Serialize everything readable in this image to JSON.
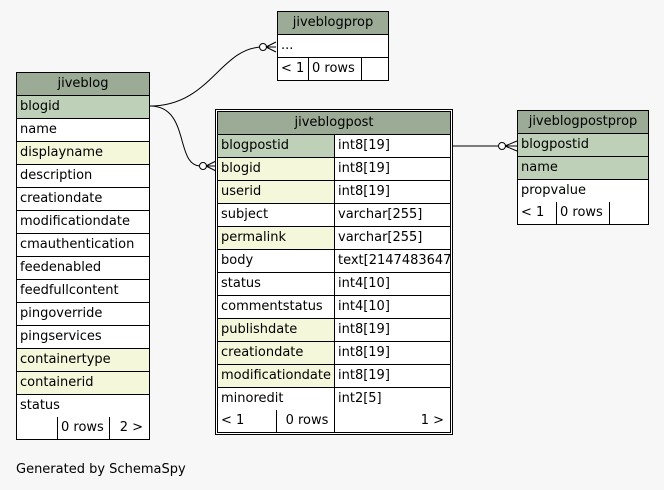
{
  "tables": {
    "jiveblogprop": {
      "title": "jiveblogprop",
      "columns": [
        "..."
      ],
      "footer": [
        "< 1",
        "0 rows",
        ""
      ]
    },
    "jiveblog": {
      "title": "jiveblog",
      "columns": [
        {
          "name": "blogid",
          "kind": "pk"
        },
        {
          "name": "name",
          "kind": ""
        },
        {
          "name": "displayname",
          "kind": "fk"
        },
        {
          "name": "description",
          "kind": ""
        },
        {
          "name": "creationdate",
          "kind": ""
        },
        {
          "name": "modificationdate",
          "kind": ""
        },
        {
          "name": "cmauthentication",
          "kind": ""
        },
        {
          "name": "feedenabled",
          "kind": ""
        },
        {
          "name": "feedfullcontent",
          "kind": ""
        },
        {
          "name": "pingoverride",
          "kind": ""
        },
        {
          "name": "pingservices",
          "kind": ""
        },
        {
          "name": "containertype",
          "kind": "fk"
        },
        {
          "name": "containerid",
          "kind": "fk"
        },
        {
          "name": "status",
          "kind": ""
        }
      ],
      "footer": [
        "",
        "0 rows",
        "2 >"
      ]
    },
    "jiveblogpost": {
      "title": "jiveblogpost",
      "columns": [
        {
          "name": "blogpostid",
          "type": "int8[19]",
          "kind": "pk"
        },
        {
          "name": "blogid",
          "type": "int8[19]",
          "kind": "fk"
        },
        {
          "name": "userid",
          "type": "int8[19]",
          "kind": "fk"
        },
        {
          "name": "subject",
          "type": "varchar[255]",
          "kind": ""
        },
        {
          "name": "permalink",
          "type": "varchar[255]",
          "kind": "fk"
        },
        {
          "name": "body",
          "type": "text[2147483647]",
          "kind": ""
        },
        {
          "name": "status",
          "type": "int4[10]",
          "kind": ""
        },
        {
          "name": "commentstatus",
          "type": "int4[10]",
          "kind": ""
        },
        {
          "name": "publishdate",
          "type": "int8[19]",
          "kind": "fk"
        },
        {
          "name": "creationdate",
          "type": "int8[19]",
          "kind": "fk"
        },
        {
          "name": "modificationdate",
          "type": "int8[19]",
          "kind": "fk"
        },
        {
          "name": "minoredit",
          "type": "int2[5]",
          "kind": ""
        }
      ],
      "footer": [
        "< 1",
        "0 rows",
        "1 >"
      ]
    },
    "jiveblogpostprop": {
      "title": "jiveblogpostprop",
      "columns": [
        {
          "name": "blogpostid",
          "kind": "pk"
        },
        {
          "name": "name",
          "kind": "pk"
        },
        {
          "name": "propvalue",
          "kind": ""
        }
      ],
      "footer": [
        "< 1",
        "0 rows",
        ""
      ]
    }
  },
  "generated_by": "Generated by SchemaSpy"
}
